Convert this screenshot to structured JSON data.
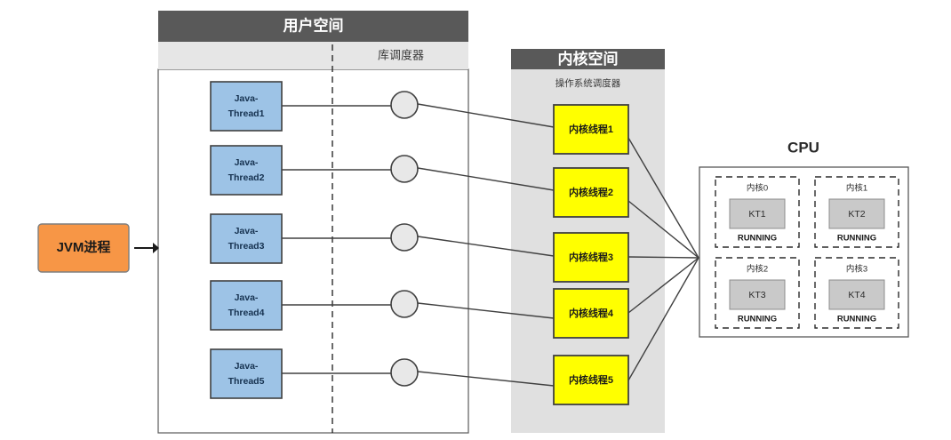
{
  "user_space": {
    "header_title": "用户空间",
    "band_label": "库调度器",
    "header_fill": "#595959",
    "band_fill": "#e6e6e6",
    "body_fill": "#ffffff",
    "border_color": "#595959"
  },
  "kernel_space": {
    "header_title": "内核空间",
    "sub_label": "操作系统调度器",
    "header_fill": "#595959",
    "panel_fill": "#e0e0e0"
  },
  "jvm": {
    "label": "JVM进程",
    "fill": "#f79646",
    "border": "#7f7f7f"
  },
  "java_threads": [
    {
      "label_line1": "Java-",
      "label_line2": "Thread1"
    },
    {
      "label_line1": "Java-",
      "label_line2": "Thread2"
    },
    {
      "label_line1": "Java-",
      "label_line2": "Thread3"
    },
    {
      "label_line1": "Java-",
      "label_line2": "Thread4"
    },
    {
      "label_line1": "Java-",
      "label_line2": "Thread5"
    }
  ],
  "java_thread_style": {
    "fill": "#9dc3e6",
    "border": "#404040"
  },
  "scheduler_nodes": [
    {
      "name": "scheduler-node-1"
    },
    {
      "name": "scheduler-node-2"
    },
    {
      "name": "scheduler-node-3"
    },
    {
      "name": "scheduler-node-4"
    },
    {
      "name": "scheduler-node-5"
    }
  ],
  "scheduler_node_style": {
    "fill": "#e8e8e8",
    "border": "#404040"
  },
  "kernel_threads": [
    {
      "label": "内核线程1"
    },
    {
      "label": "内核线程2"
    },
    {
      "label": "内核线程3"
    },
    {
      "label": "内核线程4"
    },
    {
      "label": "内核线程5"
    }
  ],
  "kernel_thread_style": {
    "fill": "#ffff00",
    "border": "#404040"
  },
  "cpu": {
    "title": "CPU",
    "border": "#595959",
    "cores": [
      {
        "name": "内核0",
        "thread": "KT1",
        "state": "RUNNING"
      },
      {
        "name": "内核1",
        "thread": "KT2",
        "state": "RUNNING"
      },
      {
        "name": "内核2",
        "thread": "KT3",
        "state": "RUNNING"
      },
      {
        "name": "内核3",
        "thread": "KT4",
        "state": "RUNNING"
      }
    ],
    "core_border": "#2b2b2b",
    "kt_fill": "#c9c9c9",
    "kt_border": "#8c8c8c"
  },
  "connector_color": "#404040",
  "divider": {
    "name": "user-kernel-divider",
    "color": "#1a1a1a"
  }
}
